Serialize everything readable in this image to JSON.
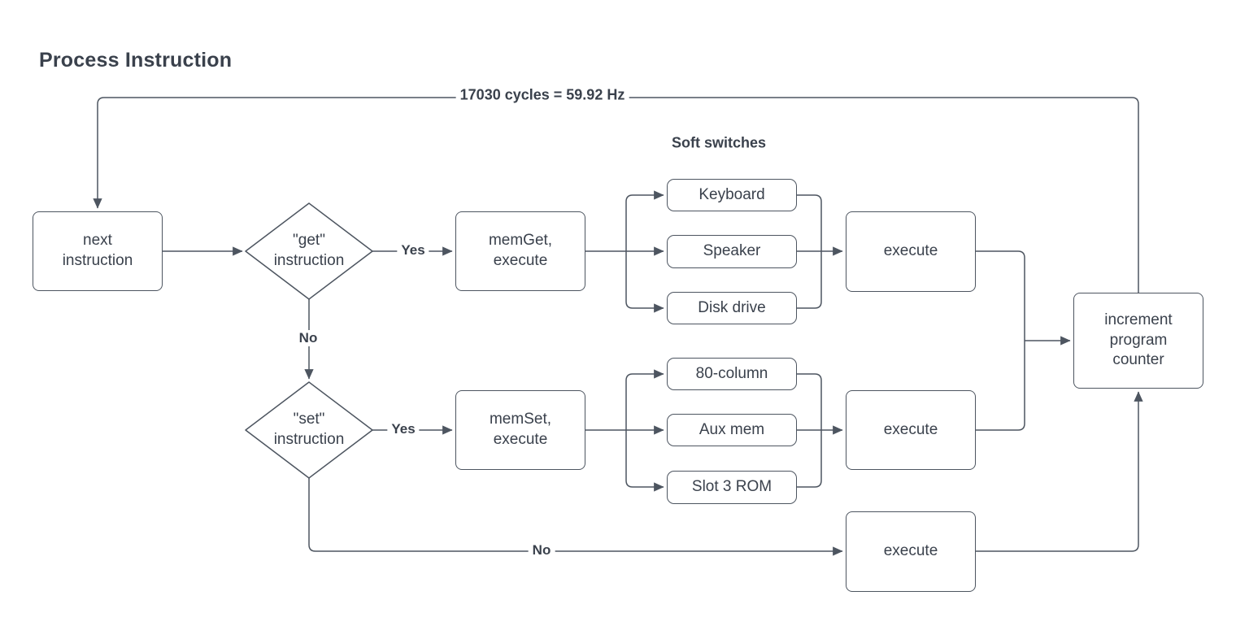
{
  "title": "Process Instruction",
  "annotations": {
    "loop_label": "17030 cycles = 59.92 Hz",
    "group_label": "Soft switches"
  },
  "nodes": {
    "next": {
      "label": "next instruction"
    },
    "get_decision": {
      "label": "\"get\" instruction"
    },
    "memget": {
      "label": "memGet, execute"
    },
    "keyboard": {
      "label": "Keyboard"
    },
    "speaker": {
      "label": "Speaker"
    },
    "disk_drive": {
      "label": "Disk drive"
    },
    "execute_get": {
      "label": "execute"
    },
    "set_decision": {
      "label": "\"set\" instruction"
    },
    "memset": {
      "label": "memSet, execute"
    },
    "col80": {
      "label": "80-column"
    },
    "aux_mem": {
      "label": "Aux mem"
    },
    "slot3_rom": {
      "label": "Slot 3 ROM"
    },
    "execute_set": {
      "label": "execute"
    },
    "execute_other": {
      "label": "execute"
    },
    "increment": {
      "label": "increment program counter"
    }
  },
  "edge_labels": {
    "get_yes": "Yes",
    "get_no": "No",
    "set_yes": "Yes",
    "set_no": "No"
  },
  "colors": {
    "stroke": "#4d5560",
    "text": "#3a414c",
    "node_fill": "#ffffff",
    "background": "#ffffff"
  }
}
